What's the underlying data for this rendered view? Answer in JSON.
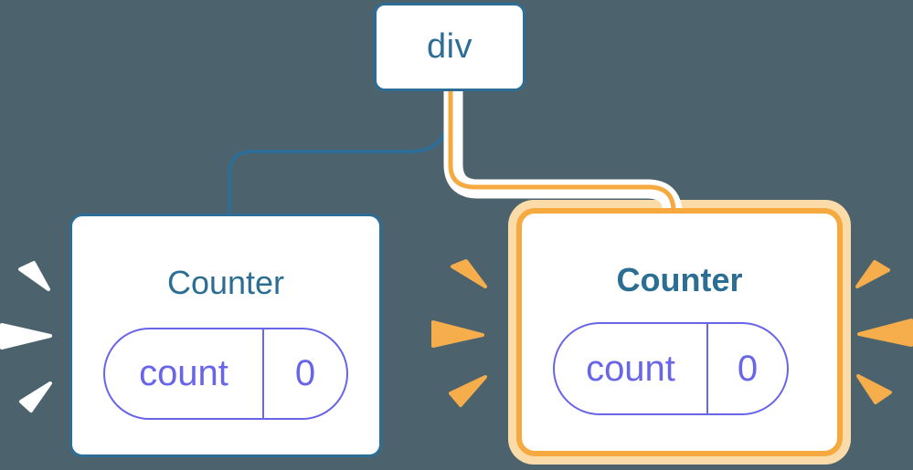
{
  "root": {
    "label": "div"
  },
  "counters": [
    {
      "title": "Counter",
      "state_key": "count",
      "state_value": "0",
      "highlighted": false
    },
    {
      "title": "Counter",
      "state_key": "count",
      "state_value": "0",
      "highlighted": true
    }
  ],
  "colors": {
    "background": "#4C636D",
    "blue": "#2E6E96",
    "title_blue": "#2C6E93",
    "purple": "#6865E8",
    "orange": "#F5A93F",
    "orange_light": "#FBDCA9",
    "spark_orange": "#F6AD4B",
    "spark_white": "#FFFFFF"
  }
}
